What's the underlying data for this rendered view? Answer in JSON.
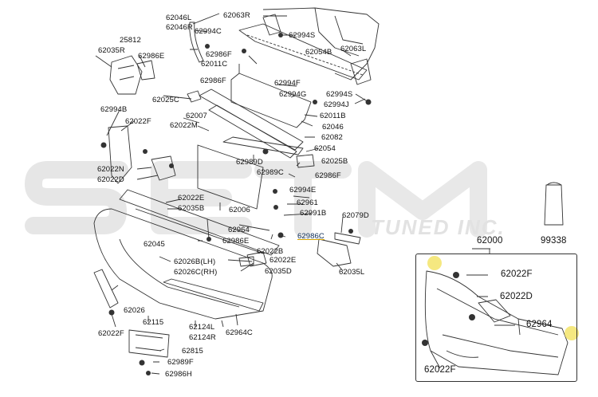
{
  "watermark": {
    "text": "TUNED INC."
  },
  "labels": [
    {
      "id": "p62046L",
      "text": "62046L"
    },
    {
      "id": "p62046R",
      "text": "62046R"
    },
    {
      "id": "p62063R",
      "text": "62063R"
    },
    {
      "id": "p62994S_top",
      "text": "62994S"
    },
    {
      "id": "p62994C_top",
      "text": "62994C"
    },
    {
      "id": "p25812",
      "text": "25812"
    },
    {
      "id": "p62035R",
      "text": "62035R"
    },
    {
      "id": "p62986E_top",
      "text": "62986E"
    },
    {
      "id": "p62986F_a",
      "text": "62986F"
    },
    {
      "id": "p62054B",
      "text": "62054B"
    },
    {
      "id": "p62063L",
      "text": "62063L"
    },
    {
      "id": "p62011C",
      "text": "62011C"
    },
    {
      "id": "p62986F_b",
      "text": "62986F"
    },
    {
      "id": "p62994F",
      "text": "62994F"
    },
    {
      "id": "p62994G",
      "text": "62994G"
    },
    {
      "id": "p62994S_mid",
      "text": "62994S"
    },
    {
      "id": "p62994J",
      "text": "62994J"
    },
    {
      "id": "p62025C",
      "text": "62025C"
    },
    {
      "id": "p62994B",
      "text": "62994B"
    },
    {
      "id": "p62046",
      "text": "62046"
    },
    {
      "id": "p62011B",
      "text": "62011B"
    },
    {
      "id": "p62007",
      "text": "62007"
    },
    {
      "id": "p62022M",
      "text": "62022M"
    },
    {
      "id": "p62022F_left",
      "text": "62022F"
    },
    {
      "id": "p62082",
      "text": "62082"
    },
    {
      "id": "p62054",
      "text": "62054"
    },
    {
      "id": "p62989D",
      "text": "62989D"
    },
    {
      "id": "p62025B",
      "text": "62025B"
    },
    {
      "id": "p62022N",
      "text": "62022N"
    },
    {
      "id": "p62022D_left",
      "text": "62022D"
    },
    {
      "id": "p62989C",
      "text": "62989C"
    },
    {
      "id": "p62986F_c",
      "text": "62986F"
    },
    {
      "id": "p62994E",
      "text": "62994E"
    },
    {
      "id": "p62022E_a",
      "text": "62022E"
    },
    {
      "id": "p62961",
      "text": "62961"
    },
    {
      "id": "p62035B",
      "text": "62035B"
    },
    {
      "id": "p62006",
      "text": "62006"
    },
    {
      "id": "p62991B",
      "text": "62991B"
    },
    {
      "id": "p62079D",
      "text": "62079D"
    },
    {
      "id": "p62964_left",
      "text": "62964"
    },
    {
      "id": "p62986C",
      "text": "62986C"
    },
    {
      "id": "p62045",
      "text": "62045"
    },
    {
      "id": "p62986E_mid",
      "text": "62986E"
    },
    {
      "id": "p62022B",
      "text": "62022B"
    },
    {
      "id": "p62022E_b",
      "text": "62022E"
    },
    {
      "id": "p62026B",
      "text": "62026B(LH)"
    },
    {
      "id": "p62026C",
      "text": "62026C(RH)"
    },
    {
      "id": "p62035D",
      "text": "62035D"
    },
    {
      "id": "p62035L",
      "text": "62035L"
    },
    {
      "id": "p62026",
      "text": "62026"
    },
    {
      "id": "p62115",
      "text": "62115"
    },
    {
      "id": "p62124L",
      "text": "62124L"
    },
    {
      "id": "p62124R",
      "text": "62124R"
    },
    {
      "id": "p62964C",
      "text": "62964C"
    },
    {
      "id": "p62022F_bottom",
      "text": "62022F"
    },
    {
      "id": "p62815",
      "text": "62815"
    },
    {
      "id": "p62989F",
      "text": "62989F"
    },
    {
      "id": "p62986H",
      "text": "62986H"
    },
    {
      "id": "p62000",
      "text": "62000"
    },
    {
      "id": "p99338",
      "text": "99338"
    },
    {
      "id": "p62022F_inset_top",
      "text": "62022F"
    },
    {
      "id": "p62022D_inset",
      "text": "62022D"
    },
    {
      "id": "p62964_inset",
      "text": "62964"
    },
    {
      "id": "p62022F_inset_bottom",
      "text": "62022F"
    }
  ],
  "colors": {
    "line": "#333333",
    "watermark": "#e6e6e6",
    "highlight": "#f3e46a",
    "label": "#111111"
  }
}
